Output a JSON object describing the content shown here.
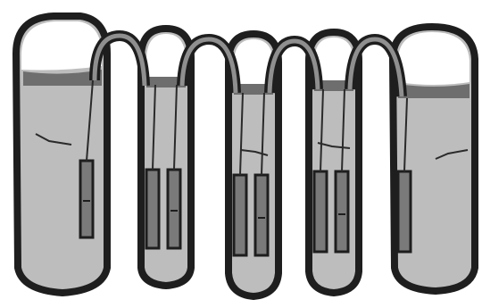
{
  "diagram": {
    "cells": [
      {
        "id": "cell-1",
        "kind": "end",
        "electrodes": 1
      },
      {
        "id": "cell-2",
        "kind": "middle",
        "electrodes": 2
      },
      {
        "id": "cell-3",
        "kind": "middle",
        "electrodes": 2
      },
      {
        "id": "cell-4",
        "kind": "middle",
        "electrodes": 2
      },
      {
        "id": "cell-5",
        "kind": "end",
        "electrodes": 1
      }
    ],
    "colors": {
      "outline": "#1e1e1e",
      "wall": "#8f8f8f",
      "liquid": "#bdbdbd",
      "headspace": "#ffffff",
      "electrode": "#7a7a7a",
      "background": "#ffffff"
    }
  }
}
